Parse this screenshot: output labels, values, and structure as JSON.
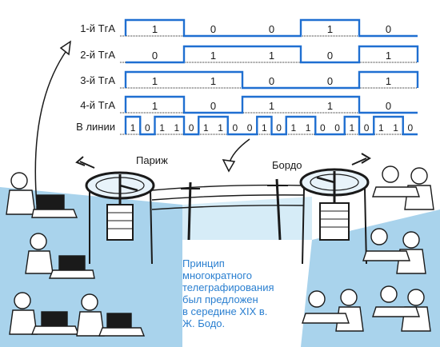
{
  "signals": {
    "rows": [
      {
        "label": "1-й ТгА",
        "bits": [
          "1",
          "0",
          "0",
          "1",
          "0"
        ],
        "levels": [
          1,
          0,
          0,
          1,
          0
        ]
      },
      {
        "label": "2-й ТгА",
        "bits": [
          "0",
          "1",
          "1",
          "0",
          "1"
        ],
        "levels": [
          0,
          1,
          1,
          0,
          1
        ]
      },
      {
        "label": "3-й ТгА",
        "bits": [
          "1",
          "1",
          "0",
          "0",
          "1"
        ],
        "levels": [
          1,
          1,
          0,
          0,
          1
        ]
      },
      {
        "label": "4-й ТгА",
        "bits": [
          "1",
          "0",
          "1",
          "1",
          "0"
        ],
        "levels": [
          1,
          0,
          1,
          1,
          0
        ]
      }
    ],
    "line": {
      "label": "В линии",
      "bits": [
        "1",
        "0",
        "1",
        "1",
        "0",
        "1",
        "1",
        "0",
        "0",
        "1",
        "0",
        "1",
        "1",
        "0",
        "0",
        "1",
        "0",
        "1",
        "1",
        "0"
      ],
      "levels": [
        1,
        0,
        1,
        1,
        0,
        1,
        1,
        0,
        0,
        1,
        0,
        1,
        1,
        0,
        0,
        1,
        0,
        1,
        1,
        0
      ]
    }
  },
  "cities": {
    "left": "Париж",
    "right": "Бордо"
  },
  "caption": {
    "lines": [
      "Принцип",
      "многократного",
      "телеграфирования",
      "был предложен",
      "в середине XIX в.",
      "Ж. Бодо."
    ]
  },
  "colors": {
    "signal": "#1f6fd1",
    "text": "#1a1a1a",
    "caption": "#2a7fd0",
    "scene": "#9ccbe8",
    "ink": "#1a1a1a"
  }
}
